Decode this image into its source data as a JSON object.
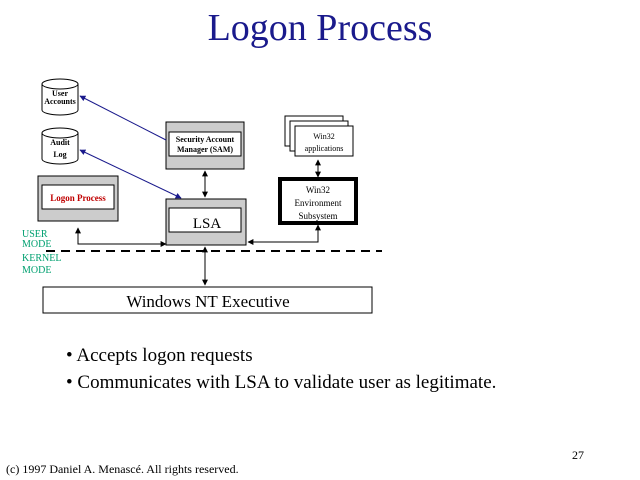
{
  "slide": {
    "title": "Logon Process",
    "page_number": "27",
    "copyright": "(c) 1997 Daniel A. Menascé. All rights reserved."
  },
  "diagram": {
    "user_accounts": [
      "User",
      "Accounts"
    ],
    "audit_log": [
      "Audit",
      "Log"
    ],
    "sam": [
      "Security Account",
      "Manager (SAM)"
    ],
    "win32_apps": [
      "Win32",
      "applications"
    ],
    "logon_process": "Logon Process",
    "lsa": "LSA",
    "win32_env": [
      "Win32",
      "Environment",
      "Subsystem"
    ],
    "user_mode": [
      "USER",
      "MODE"
    ],
    "kernel_mode": [
      "KERNEL",
      "MODE"
    ],
    "executive": "Windows NT Executive"
  },
  "bullets": [
    "Accepts logon requests",
    "Communicates with LSA to validate user as legitimate."
  ],
  "colors": {
    "title": "#1a1a8c",
    "logon_text": "#c00000",
    "mode_labels": "#00a070",
    "link_arrows": "#1a1a8c",
    "box_fill": "#cccccc"
  }
}
